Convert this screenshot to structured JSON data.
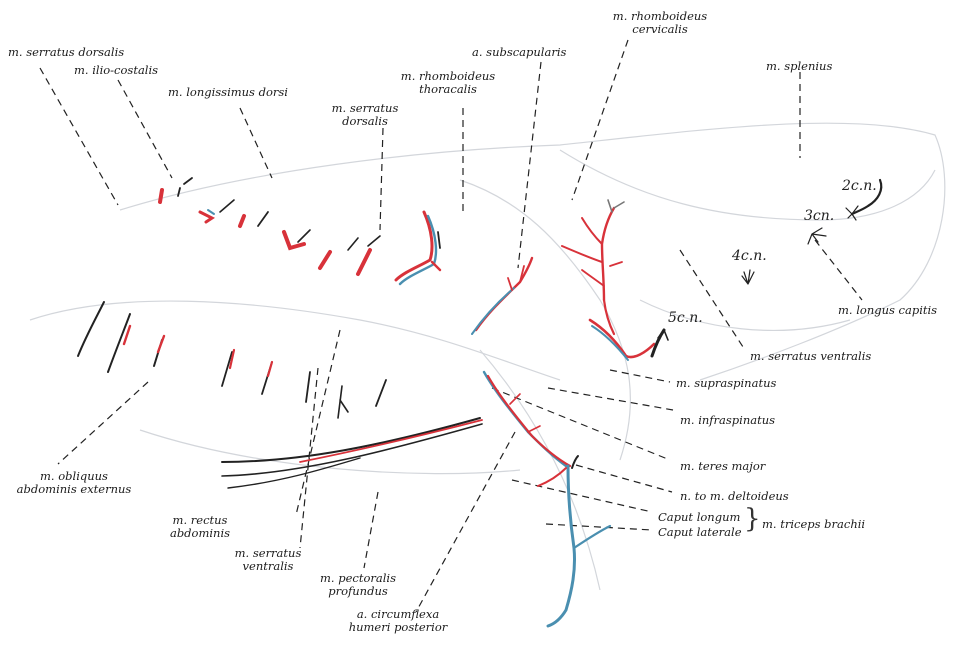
{
  "labels": {
    "serratus_dorsalis_top": "m. serratus dorsalis",
    "ilio_costalis": "m. ilio-costalis",
    "longissimus_dorsi": "m. longissimus dorsi",
    "serratus_dorsalis_mid_1": "m. serratus",
    "serratus_dorsalis_mid_2": "dorsalis",
    "rhomboideus_thoracalis_1": "m. rhomboideus",
    "rhomboideus_thoracalis_2": "thoracalis",
    "subscapularis": "a. subscapularis",
    "rhomboideus_cervicalis_1": "m. rhomboideus",
    "rhomboideus_cervicalis_2": "cervicalis",
    "splenius": "m. splenius",
    "longus_capitis": "m. longus capitis",
    "serratus_ventralis_right": "m. serratus ventralis",
    "supraspinatus": "m. supraspinatus",
    "infraspinatus": "m. infraspinatus",
    "teres_major": "m. teres major",
    "n_deltoideus": "n. to m. deltoideus",
    "caput_longum": "Caput longum",
    "caput_laterale": "Caput laterale",
    "triceps_brachii": "m. triceps brachii",
    "obliquus_1": "m. obliquus",
    "obliquus_2": "abdominis externus",
    "rectus_1": "m. rectus",
    "rectus_2": "abdominis",
    "serratus_ventralis_bottom_1": "m. serratus",
    "serratus_ventralis_bottom_2": "ventralis",
    "pectoralis_1": "m. pectoralis",
    "pectoralis_2": "profundus",
    "circumflexa_1": "a. circumflexa",
    "circumflexa_2": "humeri posterior"
  },
  "nerves": {
    "c2": "2c.n.",
    "c3": "3cn.",
    "c4": "4c.n.",
    "c5": "5c.n."
  },
  "colors": {
    "artery": "#d8323a",
    "vein": "#4a8fb0",
    "nerve": "#1a1a1a",
    "outline": "#c9cdd3"
  }
}
